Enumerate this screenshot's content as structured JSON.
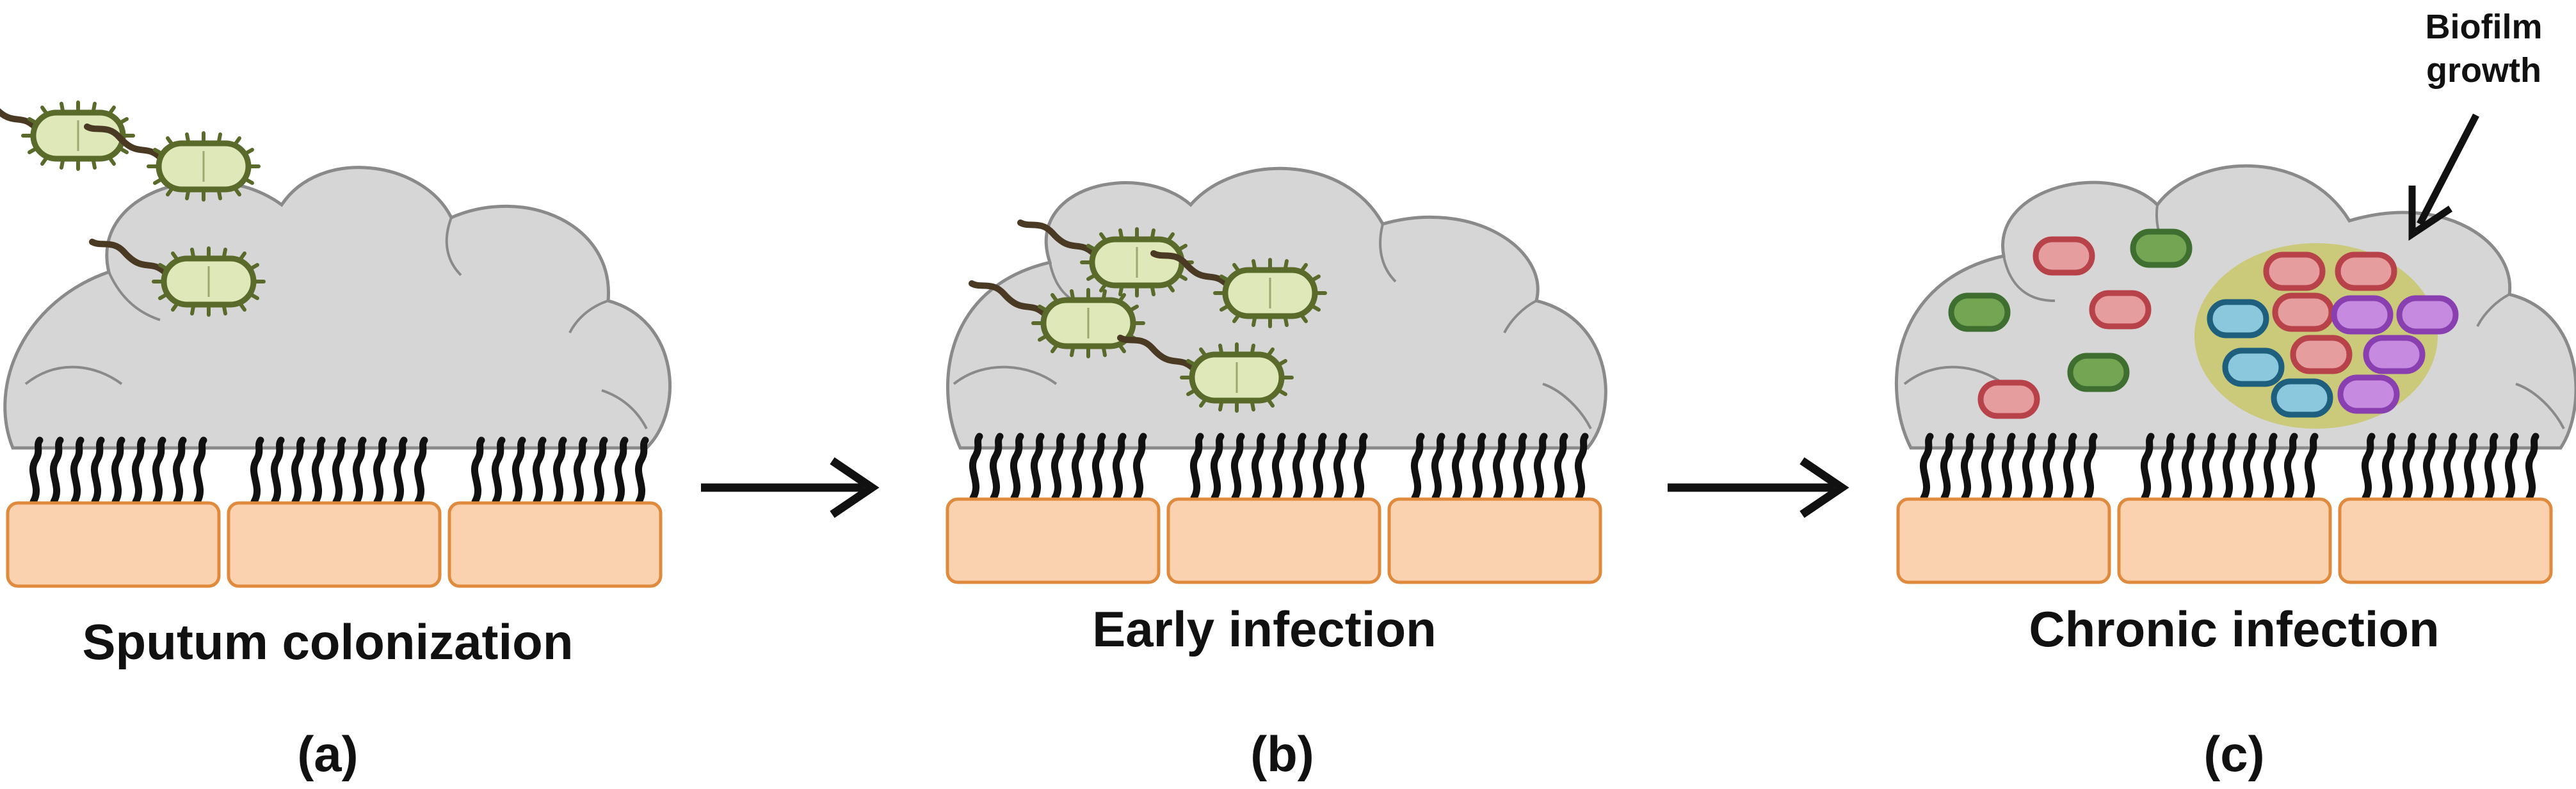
{
  "panels": [
    {
      "caption": "Sputum colonization",
      "letter": "(a)"
    },
    {
      "caption": "Early infection",
      "letter": "(b)"
    },
    {
      "caption": "Chronic infection",
      "letter": "(c)"
    }
  ],
  "annotation": {
    "line1": "Biofilm",
    "line2": "growth"
  },
  "colors": {
    "sputum_fill": "#d6d6d6",
    "sputum_stroke": "#8a8a8a",
    "epithelial_fill": "#fbd2b0",
    "epithelial_stroke": "#e08a3e",
    "cilia": "#111111",
    "bacterium_fill": "#dfe8b9",
    "bacterium_stroke": "#5a6a2a",
    "flagellum": "#4a3a24",
    "biofilm_matrix": "#c9c76a",
    "red_cell": "#e59d9d",
    "red_cell_stroke": "#b8424a",
    "green_cell": "#73a553",
    "green_cell_stroke": "#3f6f30",
    "blue_cell": "#8cc8dd",
    "blue_cell_stroke": "#1f5f7e",
    "purple_cell": "#c68be0",
    "purple_cell_stroke": "#8a3fb0"
  },
  "icons": {
    "planktonic_bacterium": "flagellated-bacterium-icon",
    "biofilm_cell": "capsule-cell-icon",
    "arrow": "right-arrow-icon"
  }
}
